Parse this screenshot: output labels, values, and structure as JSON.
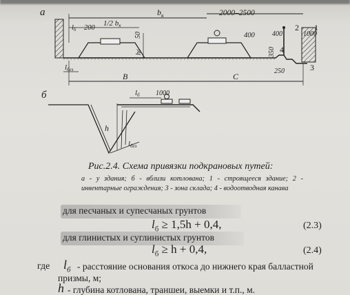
{
  "figure": {
    "panel_a": "а",
    "panel_b": "б",
    "dim_2000_2500": "2000–2500",
    "dim_bk": "b",
    "dim_bk_sub": "к",
    "dim_half_bk": "1/2 b",
    "dim_half_bk_sub": "к",
    "dim_200": "200",
    "dim_ls_a": "l",
    "dim_ls_a_sub": "б",
    "dim_50": "50",
    "dim_hb": "h",
    "dim_hb_sub": "б",
    "dim_400_left": "400",
    "dim_400_right": "400",
    "dim_1000_a": "1000",
    "dim_350": "350",
    "dim_250": "250",
    "label_lbez_a": "l",
    "label_lbez_a_sub": "без",
    "label_B": "B",
    "label_C": "C",
    "num_1": "1",
    "num_2": "2",
    "num_3": "3",
    "num_4": "4",
    "dim_1000_b": "1000",
    "dim_ls_b": "l",
    "dim_ls_b_sub": "б",
    "label_h": "h",
    "label_lbez_b": "l",
    "label_lbez_b_sub": "без"
  },
  "caption": {
    "title": "Рис.2.4. Схема привязки подкрановых путей:",
    "body": "а - у здания; б - вблизи котлована; 1 - строящееся здание; 2 - инвентарные ограждения; 3 - зона склада; 4 - водоотводная канава"
  },
  "text": {
    "sandy": "для песчаных и супесчаных грунтов",
    "clay": "для глинистых и суглинистых грунтов",
    "where": "где",
    "def1_sym": "l",
    "def1_sub": "б",
    "def1_text_1": "- расстояние основания откоса до нижнего края балластной",
    "def1_text_2": "призмы, м;",
    "def2_sym": "h",
    "def2_text": "- глубина котлована, траншеи, выемки и т.п., м."
  },
  "equations": [
    {
      "lhs": "l",
      "lhs_sub": "б",
      "rhs": " ≥ 1,5h + 0,4,",
      "number": "(2.3)"
    },
    {
      "lhs": "l",
      "lhs_sub": "б",
      "rhs": " ≥ h + 0,4,",
      "number": "(2.4)"
    }
  ]
}
